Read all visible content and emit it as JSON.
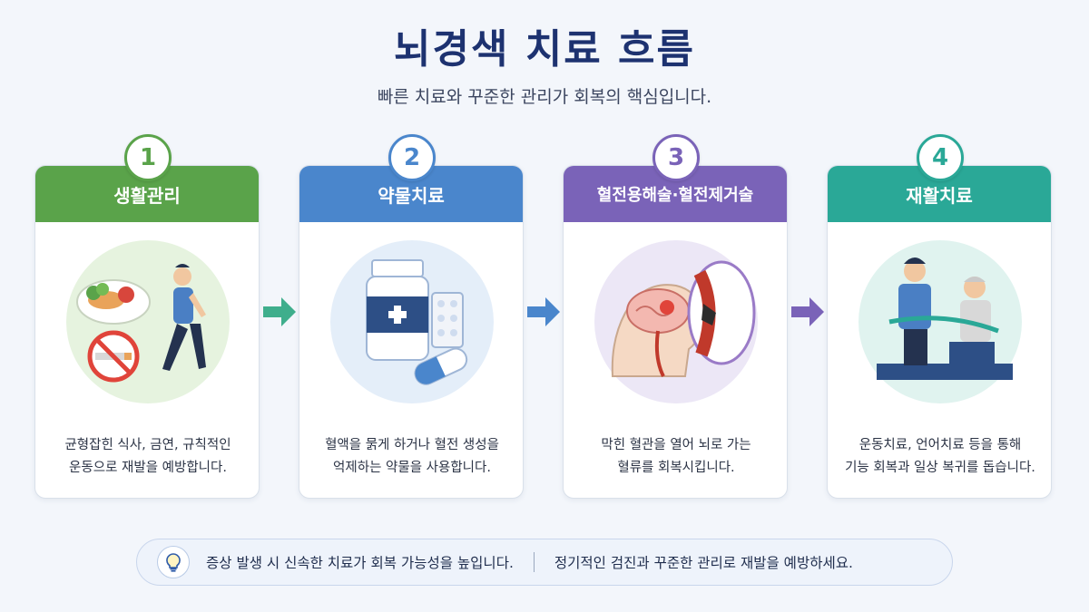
{
  "title": "뇌경색 치료 흐름",
  "subtitle": "빠른 치료와 꾸준한 관리가 회복의 핵심입니다.",
  "steps": [
    {
      "number": "1",
      "label": "생활관리",
      "color": "#5aa34a",
      "desc_line1": "균형잡힌 식사, 금연, 규칙적인",
      "desc_line2": "운동으로 재발을 예방합니다."
    },
    {
      "number": "2",
      "label": "약물치료",
      "color": "#4a86cc",
      "desc_line1": "혈액을 묽게 하거나 혈전 생성을",
      "desc_line2": "억제하는 약물을 사용합니다."
    },
    {
      "number": "3",
      "label": "혈전용해술·혈전제거술",
      "color": "#7a63b8",
      "desc_line1": "막힌 혈관을 열어 뇌로 가는",
      "desc_line2": "혈류를 회복시킵니다."
    },
    {
      "number": "4",
      "label": "재활치료",
      "color": "#2aa897",
      "desc_line1": "운동치료, 언어치료 등을 통해",
      "desc_line2": "기능 회복과 일상 복귀를 돕습니다."
    }
  ],
  "arrow_colors": [
    "#3fae8c",
    "#4a86cc",
    "#7a63b8"
  ],
  "tip": {
    "icon": "lightbulb-icon",
    "text1": "증상 발생 시 신속한 치료가 회복 가능성을 높입니다.",
    "text2": "정기적인 검진과 꾸준한 관리로 재발을 예방하세요."
  }
}
